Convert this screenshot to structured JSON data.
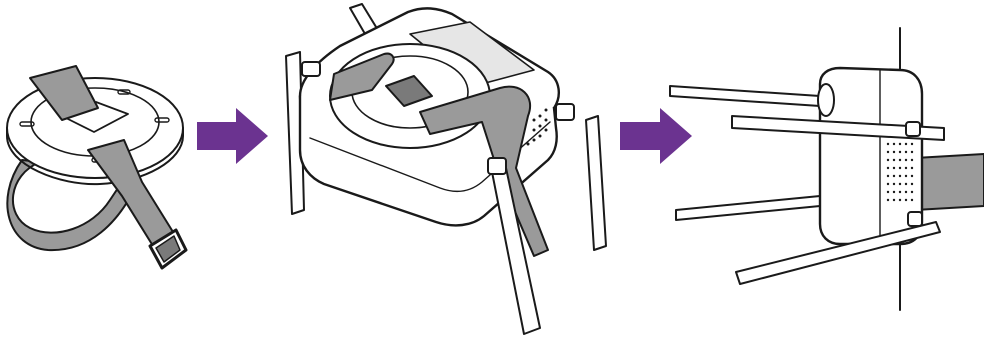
{
  "figure": {
    "kind": "installation-steps-illustration",
    "steps": [
      {
        "id": "step-1",
        "depicts": "mounting-plate-with-strap"
      },
      {
        "id": "step-2",
        "depicts": "plate-and-strap-attached-to-device-underside"
      },
      {
        "id": "step-3",
        "depicts": "device-strapped-to-pole"
      }
    ],
    "arrows": 2
  },
  "colors": {
    "line": "#1a1a1a",
    "body": "#ffffff",
    "strap": "#9a9a9a",
    "strap_dark": "#7a7a7a",
    "arrow": "#6b3390",
    "panel": "#e6e6e6"
  },
  "icons": {
    "arrow_1": "right-arrow-icon",
    "arrow_2": "right-arrow-icon"
  }
}
